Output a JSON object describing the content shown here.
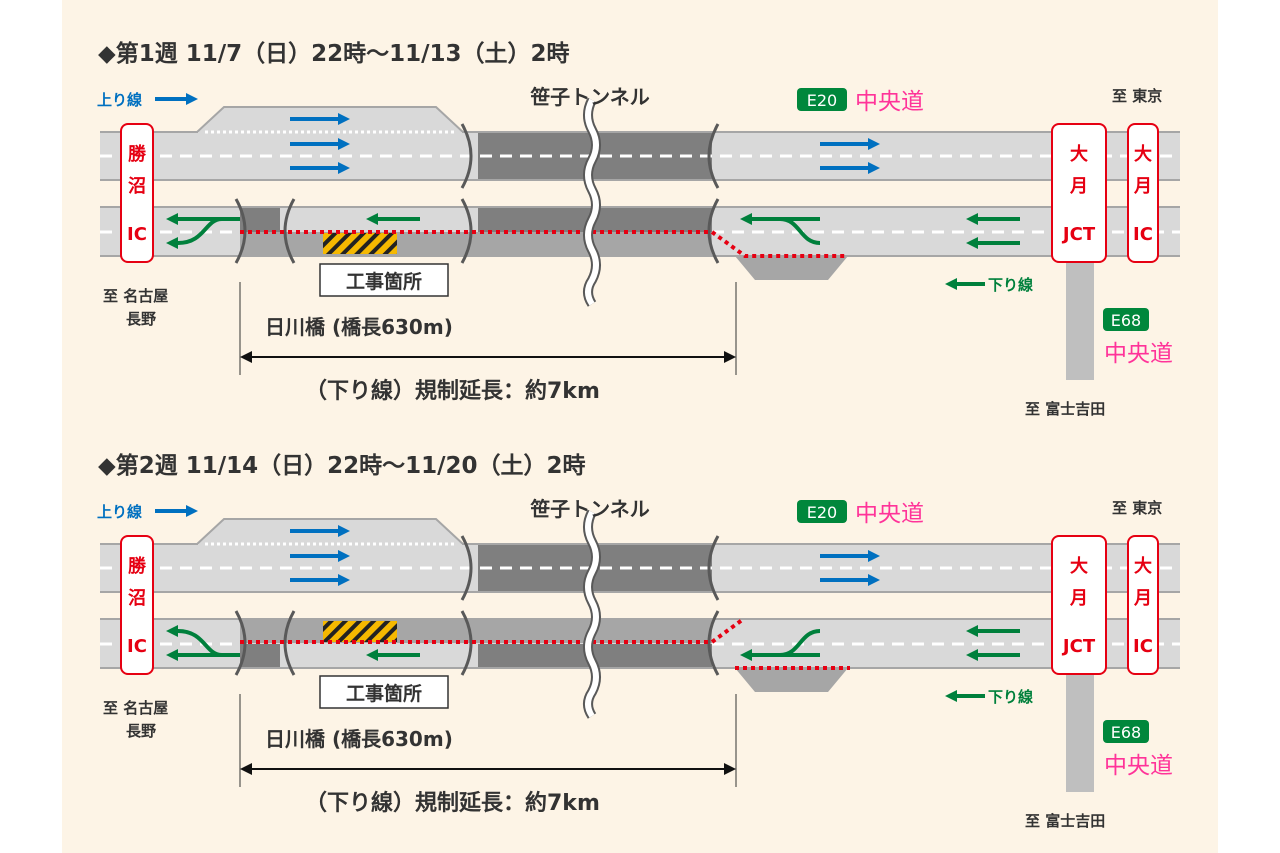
{
  "colors": {
    "blue": "#0070c0",
    "green": "#00803c",
    "red": "#e60012",
    "pink": "#ff3399",
    "badge": "#00873c"
  },
  "sections": [
    {
      "title": "◆第1週  11/7（日）22時～11/13（土）2時",
      "up_line": "上り線",
      "tunnel": "笹子トンネル",
      "e20_badge": "E20",
      "e20_name": "中央道",
      "to_tokyo": "至 東京",
      "katsunuma": [
        "勝",
        "沼",
        "IC"
      ],
      "otsuki_jct": [
        "大",
        "月",
        "JCT"
      ],
      "otsuki_ic": [
        "大",
        "月",
        "IC"
      ],
      "work_site": "工事箇所",
      "to_nagoya": [
        "至 名古屋",
        "長野"
      ],
      "bridge": "日川橋 (橋長630m)",
      "regulation": "（下り線）規制延長：約7km",
      "down_line": "下り線",
      "e68_badge": "E68",
      "e68_name": "中央道",
      "to_fujiyoshida": "至 富士吉田",
      "closed_lane": "lower"
    },
    {
      "title": "◆第2週  11/14（日）22時～11/20（土）2時",
      "up_line": "上り線",
      "tunnel": "笹子トンネル",
      "e20_badge": "E20",
      "e20_name": "中央道",
      "to_tokyo": "至 東京",
      "katsunuma": [
        "勝",
        "沼",
        "IC"
      ],
      "otsuki_jct": [
        "大",
        "月",
        "JCT"
      ],
      "otsuki_ic": [
        "大",
        "月",
        "IC"
      ],
      "work_site": "工事箇所",
      "to_nagoya": [
        "至 名古屋",
        "長野"
      ],
      "bridge": "日川橋 (橋長630m)",
      "regulation": "（下り線）規制延長：約7km",
      "down_line": "下り線",
      "e68_badge": "E68",
      "e68_name": "中央道",
      "to_fujiyoshida": "至 富士吉田",
      "closed_lane": "upper"
    }
  ]
}
